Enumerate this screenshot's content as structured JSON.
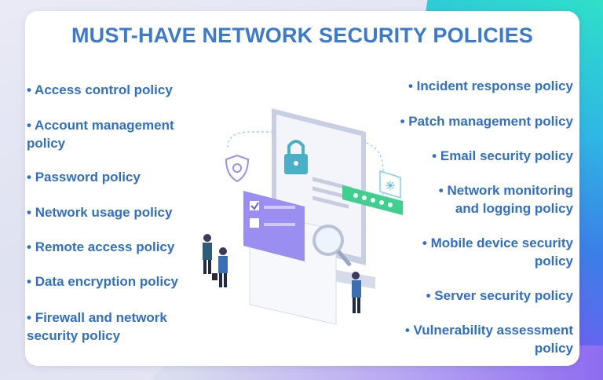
{
  "title": "MUST-HAVE NETWORK SECURITY POLICIES",
  "bullet": "•",
  "left_policies": [
    "Access control policy",
    "Account management policy",
    "Password policy",
    "Network usage policy",
    "Remote access policy",
    "Data encryption policy",
    "Firewall and network security policy"
  ],
  "right_policies": [
    "Incident response policy",
    "Patch management policy",
    "Email security policy",
    "Network monitoring and logging policy",
    "Mobile device security policy",
    "Server security policy",
    "Vulnerability assessment policy"
  ],
  "colors": {
    "accent": "#3a7ad0",
    "text": "#2f6fcb",
    "monitor": "#dfe3ef",
    "lock": "#4ab0c8",
    "purple": "#9a8ff0",
    "green": "#3fcf8e"
  },
  "icons": [
    "lock-icon",
    "shield-icon",
    "checkbox-icon",
    "password-dots-icon",
    "magnifier-icon",
    "gear-icon"
  ]
}
